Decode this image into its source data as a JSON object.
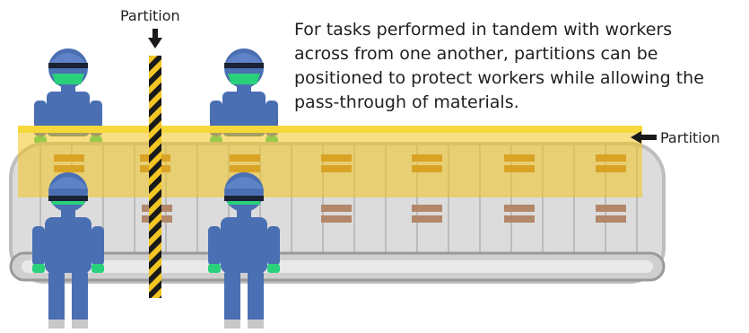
{
  "labels": {
    "partition_top": "Partition",
    "partition_right": "Partition"
  },
  "caption": "For tasks performed in tandem with workers across from one another, partitions can be positioned to protect workers while allowing the pass-through of materials.",
  "colors": {
    "worker_body": "#4a6fb3",
    "worker_outline": "#2f4f8f",
    "mask": "#29d17a",
    "hair_band": "#1a2233",
    "conveyor_belt": "#d9d9d9",
    "conveyor_rim": "#a6a6a6",
    "partition_panel": "#f2c51f",
    "partition_stripe_dark": "#1a1a1a",
    "partition_stripe_light": "#f3c623",
    "box_brown": "#b3876a",
    "box_yellow": "#d9a326"
  },
  "icons": [
    "worker-icon",
    "arrow-down-icon",
    "arrow-left-icon",
    "box-icon"
  ]
}
